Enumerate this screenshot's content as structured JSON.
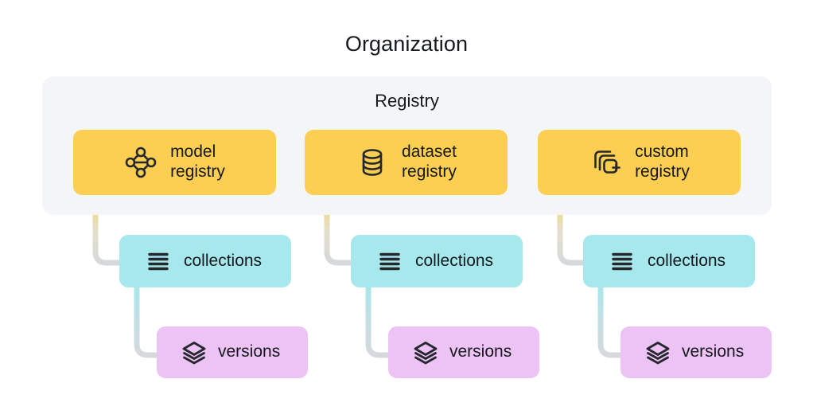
{
  "title": "Organization",
  "colors": {
    "registry_card": "#FCCE51",
    "collections_card": "#A6E8EC",
    "versions_card": "#EDC3F6",
    "registry_container": "#F4F5F7",
    "text": "#16191D",
    "connector_gray": "#D6D9DC",
    "background": "#FFFFFF"
  },
  "registry_group": {
    "label": "Registry",
    "cards": [
      {
        "label": "model\nregistry",
        "icon": "network-nodes-icon"
      },
      {
        "label": "dataset\nregistry",
        "icon": "database-icon"
      },
      {
        "label": "custom\nregistry",
        "icon": "stacked-squares-plus-icon"
      }
    ]
  },
  "branches": [
    {
      "collections": {
        "label": "collections",
        "icon": "list-lines-icon"
      },
      "versions": {
        "label": "versions",
        "icon": "layers-stack-icon"
      }
    },
    {
      "collections": {
        "label": "collections",
        "icon": "list-lines-icon"
      },
      "versions": {
        "label": "versions",
        "icon": "layers-stack-icon"
      }
    },
    {
      "collections": {
        "label": "collections",
        "icon": "list-lines-icon"
      },
      "versions": {
        "label": "versions",
        "icon": "layers-stack-icon"
      }
    }
  ]
}
